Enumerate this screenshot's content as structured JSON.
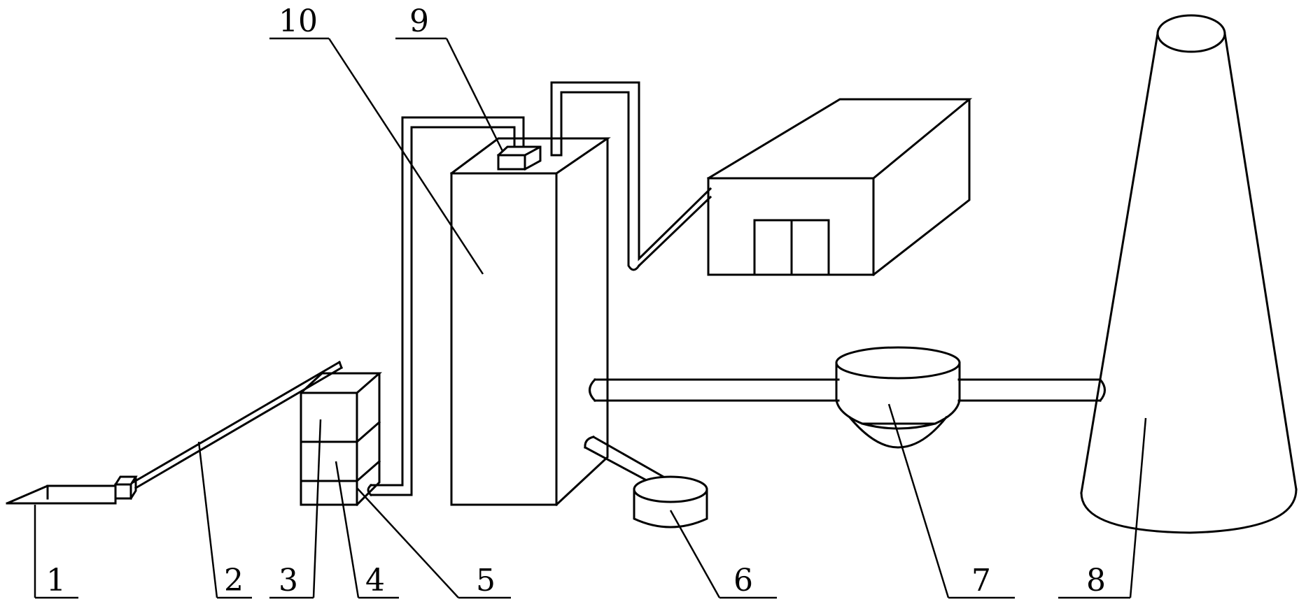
{
  "diagram": {
    "labels": {
      "l1": "1",
      "l2": "2",
      "l3": "3",
      "l4": "4",
      "l5": "5",
      "l6": "6",
      "l7": "7",
      "l8": "8",
      "l9": "9",
      "l10": "10"
    },
    "stroke_color": "#000000",
    "background_color": "#ffffff"
  }
}
